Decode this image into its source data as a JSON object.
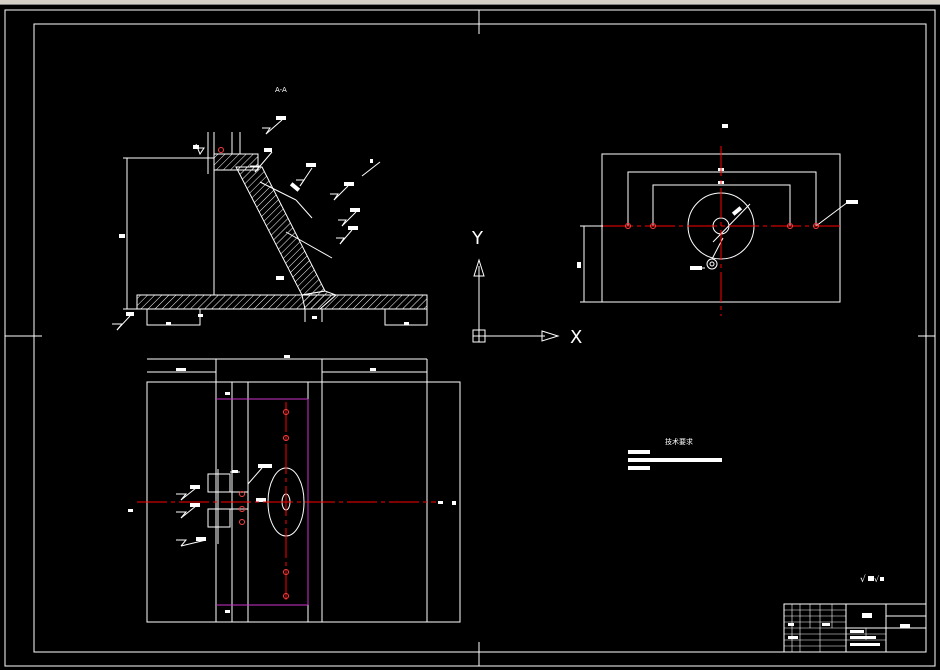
{
  "window": {
    "title": "",
    "background": "#000000"
  },
  "colors": {
    "line": "#ffffff",
    "centerline": "#ff0000",
    "phantom": "#cc33cc",
    "hole": "#ff4040"
  },
  "axis_icon": {
    "y_label": "Y",
    "x_label": "X"
  },
  "notes": {
    "heading": "技术要求",
    "items": [
      "",
      "",
      ""
    ]
  },
  "roughness": {
    "symbol": "√",
    "value": ""
  },
  "title_block": {
    "part_name": "",
    "drawing_no": ""
  },
  "icons": [
    "ucs-axis-icon",
    "roughness-symbol-icon",
    "crosshair-icon"
  ]
}
